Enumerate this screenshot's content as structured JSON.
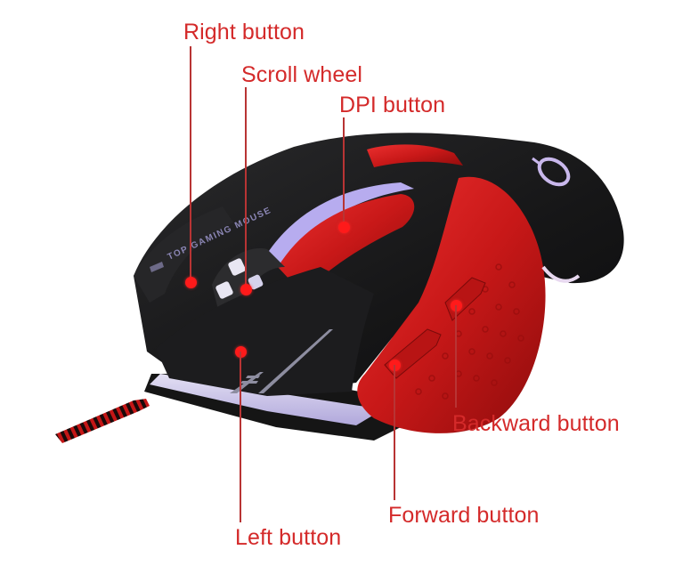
{
  "image": {
    "subject": "gaming mouse diagram",
    "brand_text": "TOP GAMING MOUSE",
    "colors": {
      "label": "#d42a2a",
      "leader_line": "#b83434",
      "callout_dot": "#ff1a1a",
      "mouse_body": "#1e1e20",
      "mouse_accent": "#d41e1e",
      "backlight": "#c7c0ee",
      "background": "#ffffff"
    }
  },
  "callouts": [
    {
      "id": "right-button",
      "label": "Right button"
    },
    {
      "id": "scroll-wheel",
      "label": "Scroll wheel"
    },
    {
      "id": "dpi-button",
      "label": "DPI button"
    },
    {
      "id": "backward-button",
      "label": "Backward button"
    },
    {
      "id": "forward-button",
      "label": "Forward button"
    },
    {
      "id": "left-button",
      "label": "Left button"
    }
  ]
}
